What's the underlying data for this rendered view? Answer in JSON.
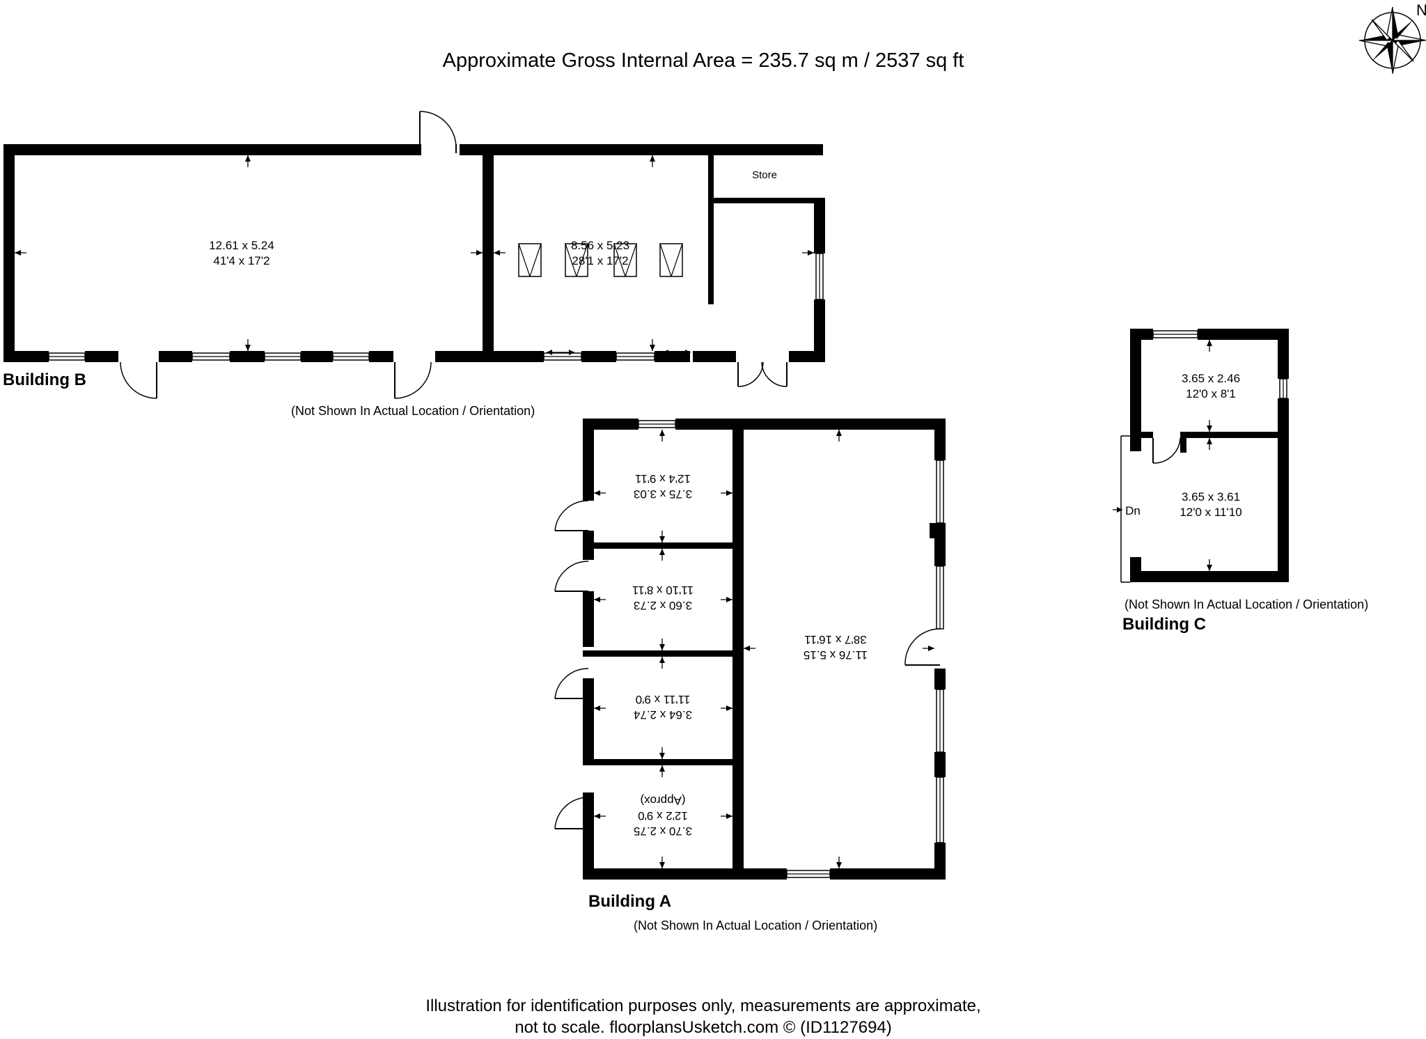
{
  "title": "Approximate Gross Internal Area = 235.7 sq m / 2537 sq ft",
  "compass": {
    "label": "N"
  },
  "building_b": {
    "label": "Building  B",
    "note": "(Not Shown In Actual Location / Orientation)",
    "rooms": [
      {
        "metric": "12.61 x 5.24",
        "imperial": "41'4 x 17'2"
      },
      {
        "metric": "8.56 x 5.23",
        "imperial": "28'1 x 17'2"
      }
    ],
    "store": "Store"
  },
  "building_a": {
    "label": "Building  A",
    "note": "(Not Shown In Actual Location / Orientation)",
    "rooms": [
      {
        "metric": "3.75 x 3.03",
        "imperial": "12'4 x 9'11"
      },
      {
        "metric": "3.60 x 2.73",
        "imperial": "11'10 x 8'11"
      },
      {
        "metric": "3.64 x 2.74",
        "imperial": "11'11 x 9'0"
      },
      {
        "metric": "3.70 x 2.75",
        "imperial": "12'2 x 9'0",
        "extra": "(Approx)"
      },
      {
        "metric": "11.76 x 5.15",
        "imperial": "38'7 x 16'11"
      }
    ]
  },
  "building_c": {
    "label": "Building C",
    "note": "(Not Shown In Actual Location / Orientation)",
    "rooms": [
      {
        "metric": "3.65 x 2.46",
        "imperial": "12'0 x 8'1"
      },
      {
        "metric": "3.65 x 3.61",
        "imperial": "12'0 x 11'10"
      }
    ],
    "stairs": "Dn"
  },
  "disclaimer": {
    "line1": "Illustration for identification purposes only, measurements are approximate,",
    "line2": "not to scale. floorplansUsketch.com © (ID1127694)"
  }
}
